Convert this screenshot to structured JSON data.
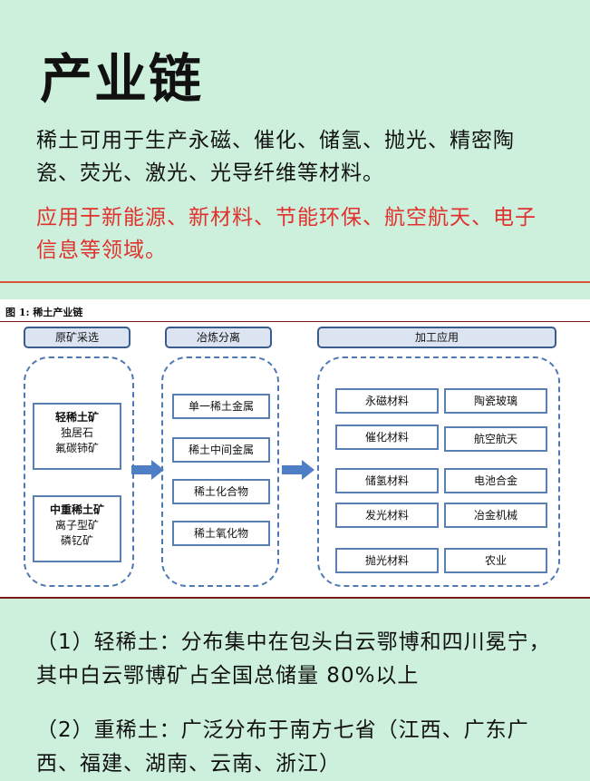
{
  "title": "产业链",
  "intro": "稀土可用于生产永磁、催化、储氢、抛光、精密陶瓷、荧光、激光、光导纤维等材料。",
  "applications_text": "应用于新能源、新材料、节能环保、航空航天、电子信息等领域。",
  "figure": {
    "caption": "图 1:  稀土产业链",
    "stages": [
      "原矿采选",
      "冶炼分离",
      "加工应用"
    ],
    "ore": [
      {
        "title": "轻稀土矿",
        "items": [
          "独居石",
          "氟碳铈矿"
        ]
      },
      {
        "title": "中重稀土矿",
        "items": [
          "离子型矿",
          "磷钇矿"
        ]
      }
    ],
    "smelting": [
      "单一稀土金属",
      "稀土中间金属",
      "稀土化合物",
      "稀土氧化物"
    ],
    "applications": [
      [
        "永磁材料",
        "陶瓷玻璃"
      ],
      [
        "催化材料",
        "航空航天"
      ],
      [
        "储氢材料",
        "电池合金"
      ],
      [
        "发光材料",
        "冶金机械"
      ],
      [
        "抛光材料",
        "农业"
      ]
    ]
  },
  "notes": [
    "（1）轻稀土：分布集中在包头白云鄂博和四川冕宁，其中白云鄂博矿占全国总储量 80%以上",
    "（2）重稀土：广泛分布于南方七省（江西、广东广西、福建、湖南、云南、浙江）"
  ]
}
